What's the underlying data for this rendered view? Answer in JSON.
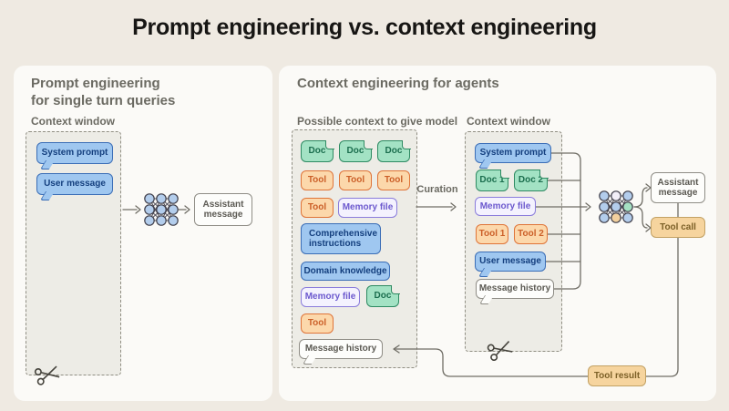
{
  "title": "Prompt engineering vs. context engineering",
  "palette": {
    "background": "#efeae2",
    "card": "#fbfaf7",
    "context_window_fill": "#edece6",
    "line": "#6f6d65",
    "blue_fill": "#9fc7f0",
    "blue_border": "#3a6db6",
    "blue_text": "#143f7e",
    "green_fill": "#a3e2c4",
    "green_border": "#2e8a62",
    "orange_fill": "#fcd8ab",
    "orange_border": "#df7438",
    "purple_fill": "#f4f2fe",
    "purple_border": "#8a7cdb",
    "tan_fill": "#f6d49e",
    "tan_border": "#c2a164",
    "white_fill": "#fdfdfb",
    "gray_border": "#8f8d86"
  },
  "icons": {
    "model": "neural-network-icon",
    "truncate": "scissors-icon",
    "flow": "arrow-icon"
  },
  "left_panel": {
    "heading_line1": "Prompt engineering",
    "heading_line2": "for single turn queries",
    "context_window_label": "Context window",
    "nodes": {
      "system_prompt": "System prompt",
      "user_message": "User message",
      "assistant_message": "Assistant message"
    }
  },
  "right_panel": {
    "heading": "Context engineering for agents",
    "possible_context_label": "Possible context to give model",
    "context_window_label": "Context window",
    "curation_label": "Curation",
    "possible_context_items": [
      "Doc",
      "Doc",
      "Doc",
      "Tool",
      "Tool",
      "Tool",
      "Tool",
      "Memory file",
      "Comprehensive instructions",
      "Domain knowledge",
      "Memory file",
      "Doc",
      "Tool",
      "Message history"
    ],
    "context_window_items": [
      "System prompt",
      "Doc 1",
      "Doc 2",
      "Memory file",
      "Tool 1",
      "Tool 2",
      "User message",
      "Message history"
    ],
    "outputs": {
      "assistant_message": "Assistant message",
      "tool_call": "Tool call",
      "tool_result": "Tool result"
    }
  }
}
